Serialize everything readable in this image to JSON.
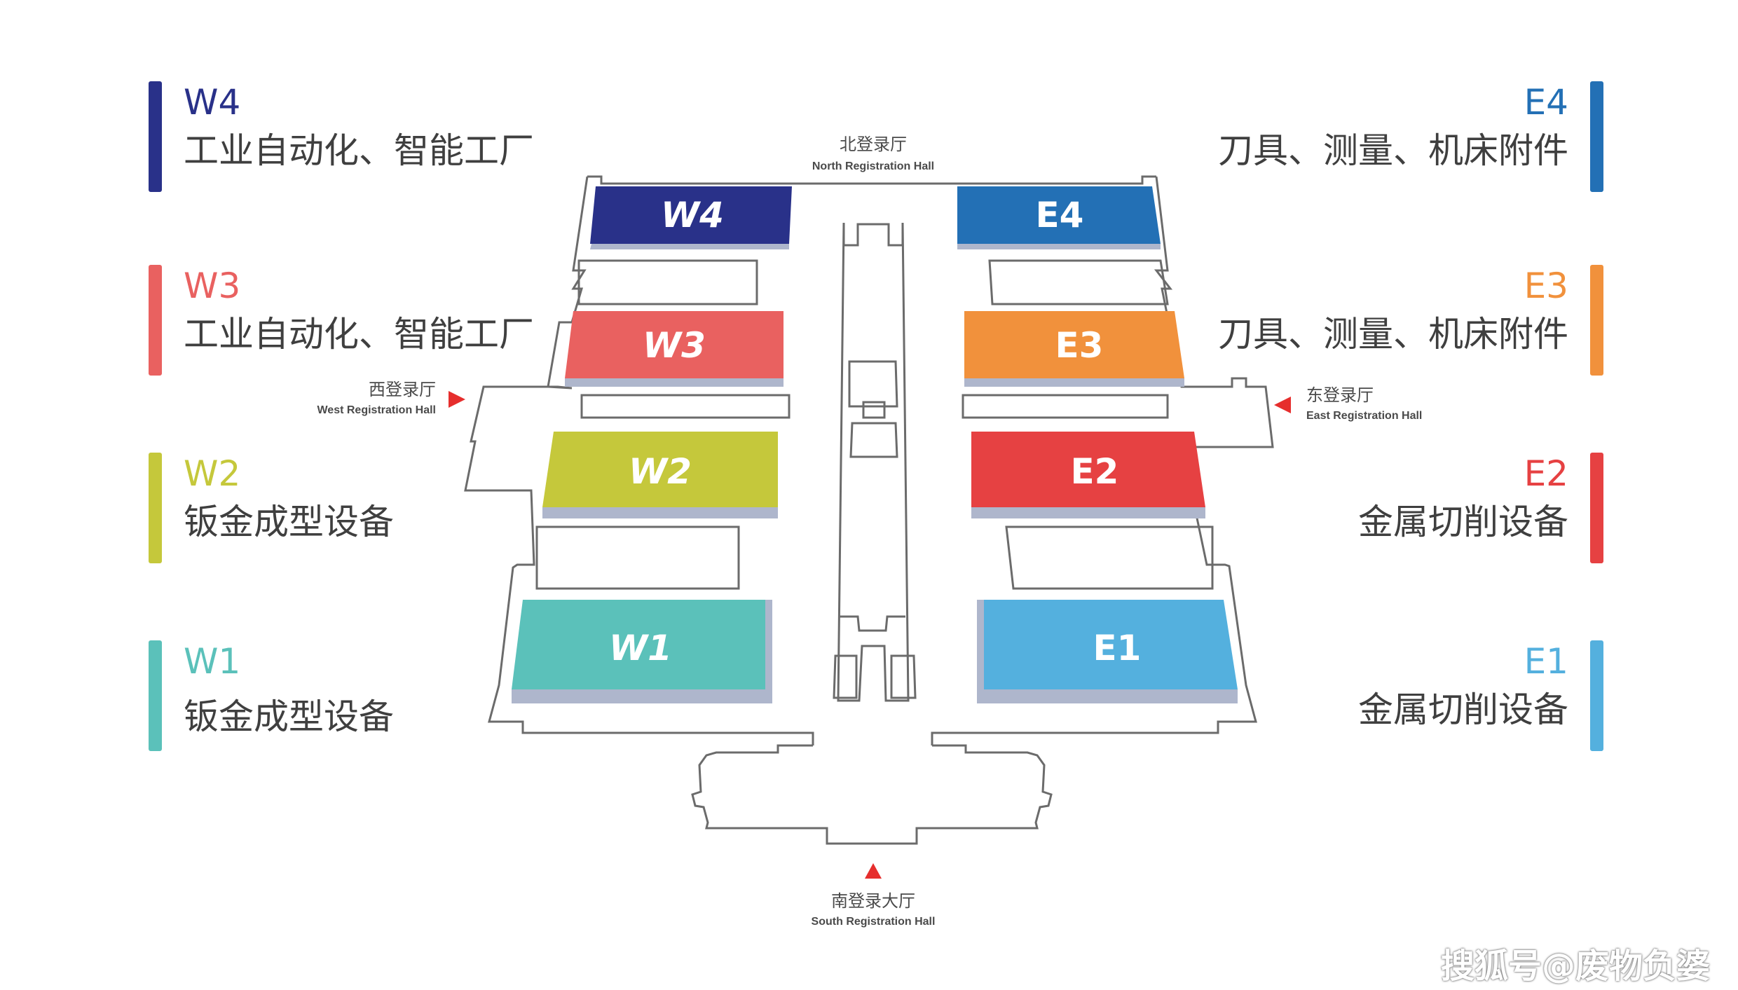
{
  "legend": {
    "w4": {
      "code": "W4",
      "desc": "工业自动化、智能工厂",
      "color": "#293189"
    },
    "w3": {
      "code": "W3",
      "desc": "工业自动化、智能工厂",
      "color": "#e96160"
    },
    "w2": {
      "code": "W2",
      "desc": "钣金成型设备",
      "color": "#c5c83b"
    },
    "w1": {
      "code": "W1",
      "desc": "钣金成型设备",
      "color": "#5bc1ba"
    },
    "e4": {
      "code": "E4",
      "desc": "刀具、测量、机床附件",
      "color": "#2370b5"
    },
    "e3": {
      "code": "E3",
      "desc": "刀具、测量、机床附件",
      "color": "#f1913c"
    },
    "e2": {
      "code": "E2",
      "desc": "金属切削设备",
      "color": "#e64142"
    },
    "e1": {
      "code": "E1",
      "desc": "金属切削设备",
      "color": "#54b0de"
    }
  },
  "halls": {
    "w4": "W4",
    "w3": "W3",
    "w2": "W2",
    "w1": "W1",
    "e4": "E4",
    "e3": "E3",
    "e2": "E2",
    "e1": "E1"
  },
  "registration": {
    "north": {
      "cn": "北登录厅",
      "en": "North Registration Hall"
    },
    "west": {
      "cn": "西登录厅",
      "en": "West Registration Hall"
    },
    "east": {
      "cn": "东登录厅",
      "en": "East Registration Hall"
    },
    "south": {
      "cn": "南登录大厅",
      "en": "South Registration Hall"
    }
  },
  "arrow_color": "#e62e2d",
  "watermark": "搜狐号@废物负婆"
}
